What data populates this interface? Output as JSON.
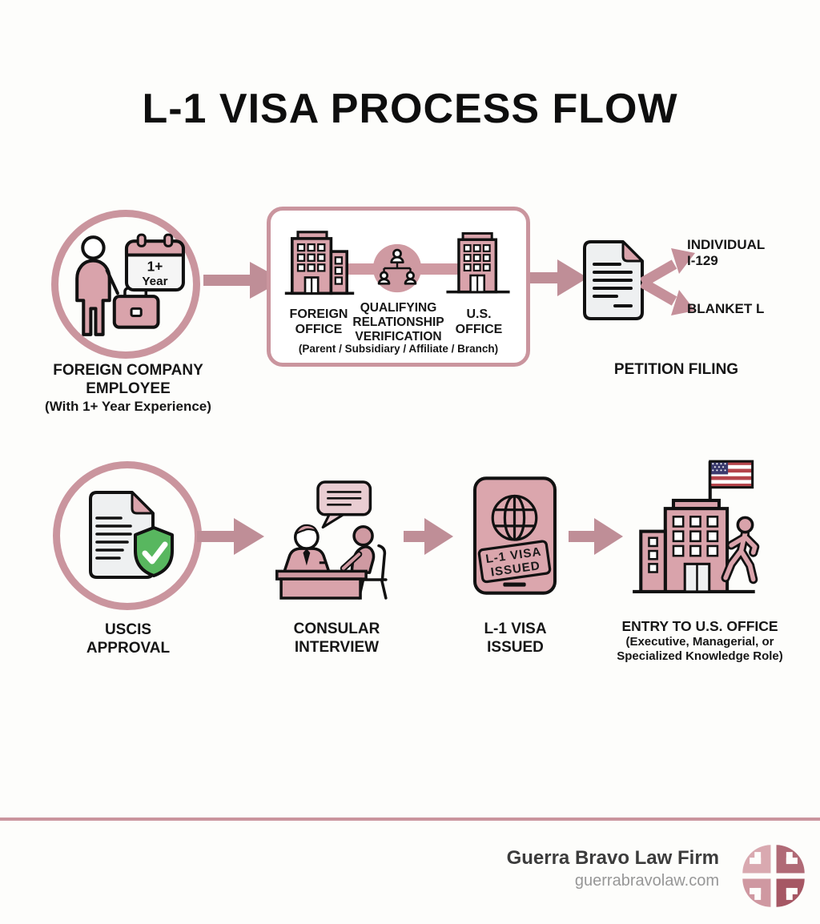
{
  "title": "L-1 VISA PROCESS FLOW",
  "steps": {
    "employee": {
      "calendar": {
        "line1": "1+",
        "line2": "Year"
      },
      "label1": "FOREIGN COMPANY",
      "label2": "EMPLOYEE",
      "label3": "(With 1+ Year Experience)"
    },
    "qualifying": {
      "left1": "FOREIGN",
      "left2": "OFFICE",
      "center1": "QUALIFYING",
      "center2": "RELATIONSHIP",
      "center3": "VERIFICATION",
      "subtypes": "(Parent / Subsidiary / Affiliate / Branch)",
      "right1": "U.S.",
      "right2": "OFFICE"
    },
    "petition": {
      "label": "PETITION FILING",
      "individual1": "INDIVIDUAL",
      "individual2": "I-129",
      "blanket": "BLANKET L"
    },
    "uscis": {
      "label1": "USCIS",
      "label2": "APPROVAL"
    },
    "interview": {
      "label1": "CONSULAR",
      "label2": "INTERVIEW"
    },
    "visa": {
      "stamp1": "L-1 VISA",
      "stamp2": "ISSUED",
      "label1": "L-1 VISA",
      "label2": "ISSUED"
    },
    "entry": {
      "label1": "ENTRY TO U.S. OFFICE",
      "label2": "(Executive, Managerial, or",
      "label3": "Specialized Knowledge Role)"
    }
  },
  "footer": {
    "firm": "Guerra Bravo Law Firm",
    "website": "guerrabravolaw.com"
  },
  "colors": {
    "accent_pink": "#ca959e",
    "icon_fill": "#d9a3ab",
    "connector_pink": "#cf9aa2",
    "approval_green": "#58b75f",
    "outline_black": "#111111",
    "paper_gray": "#eef0f1",
    "flag_blue": "#3c3b6e",
    "flag_red": "#b5444b",
    "background": "#fdfdfb"
  }
}
